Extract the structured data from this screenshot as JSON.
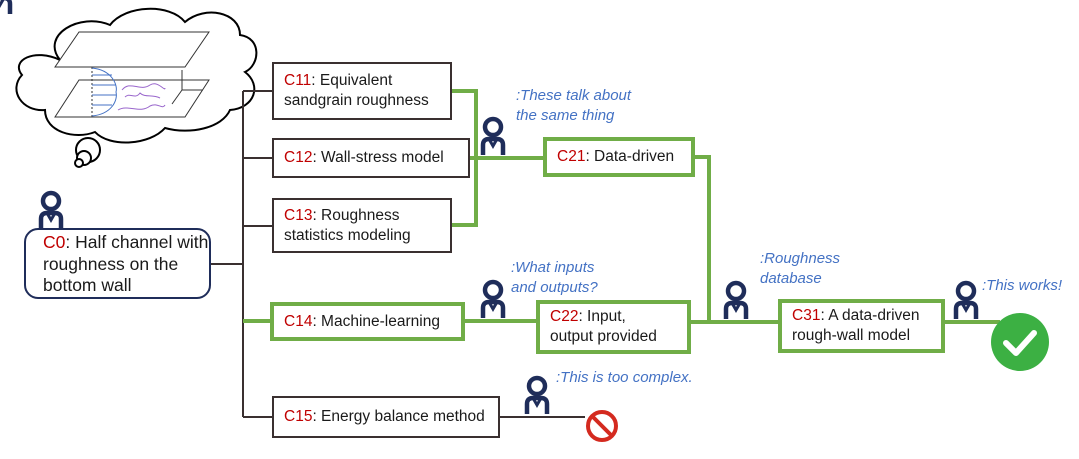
{
  "root": {
    "id": "C0",
    "text": ": Half channel with roughness on the bottom wall"
  },
  "nodes": [
    {
      "key": "c11",
      "id": "C11",
      "text": ": Equivalent sandgrain roughness",
      "status": "considered"
    },
    {
      "key": "c12",
      "id": "C12",
      "text": ": Wall-stress model",
      "status": "considered"
    },
    {
      "key": "c13",
      "id": "C13",
      "text": ": Roughness statistics modeling",
      "status": "considered"
    },
    {
      "key": "c14",
      "id": "C14",
      "text": ": Machine-learning",
      "status": "selected"
    },
    {
      "key": "c15",
      "id": "C15",
      "text": ": Energy balance method",
      "status": "rejected"
    },
    {
      "key": "c21",
      "id": "C21",
      "text": ": Data-driven",
      "status": "selected"
    },
    {
      "key": "c22",
      "id": "C22",
      "text": ": Input, output provided",
      "status": "selected"
    },
    {
      "key": "c31",
      "id": "C31",
      "text": ": A data-driven rough-wall model",
      "status": "selected"
    }
  ],
  "comments": {
    "same_thing": ":These talk about the same thing",
    "inputs_outputs": ":What inputs and outputs?",
    "database": ":Roughness database",
    "works": ":This works!",
    "complex": ":This is too complex."
  },
  "colors": {
    "selected_path": "#70ad47",
    "black_line": "#3a3030",
    "person": "#1f2d5a",
    "node_id": "#c00000",
    "comment": "#4472c4",
    "success": "#3cb043",
    "reject": "#d42a1f"
  },
  "icons": {
    "thought_cloud": "thought-cloud-icon",
    "person": "person-icon",
    "success": "check-circle-icon",
    "reject": "prohibited-icon"
  }
}
